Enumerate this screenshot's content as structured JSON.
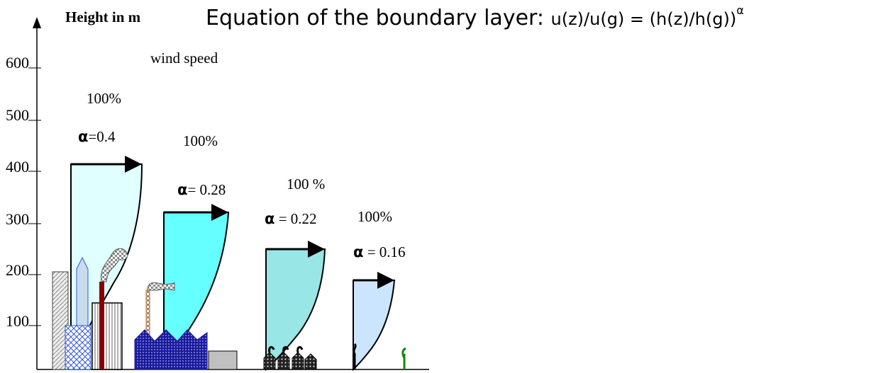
{
  "title": {
    "main": "Equation of the boundary layer:",
    "equation": "u(z)/u(g) =  (h(z)/h(g))",
    "exponent": "α"
  },
  "axis": {
    "y_label": "Height in m",
    "ticks": [
      "600",
      "500",
      "400",
      "300",
      "200",
      "100"
    ]
  },
  "wind_label": "wind  speed",
  "profiles": [
    {
      "percent": "100%",
      "alpha_symbol": "α",
      "alpha_value": "=0.4",
      "height_m": 410,
      "fill": "#e0ffff"
    },
    {
      "percent": "100%",
      "alpha_symbol": "α",
      "alpha_value": "= 0.28",
      "height_m": 315,
      "fill": "#66ffff"
    },
    {
      "percent": "100 %",
      "alpha_symbol": "α",
      "alpha_value": " = 0.22",
      "height_m": 242,
      "fill": "#99e6e6"
    },
    {
      "percent": "100%",
      "alpha_symbol": "α",
      "alpha_value": " = 0.16",
      "height_m": 180,
      "fill": "#cce5ff"
    }
  ],
  "terrain": [
    "city-skyline",
    "industrial-area",
    "suburb-houses",
    "open-country"
  ]
}
